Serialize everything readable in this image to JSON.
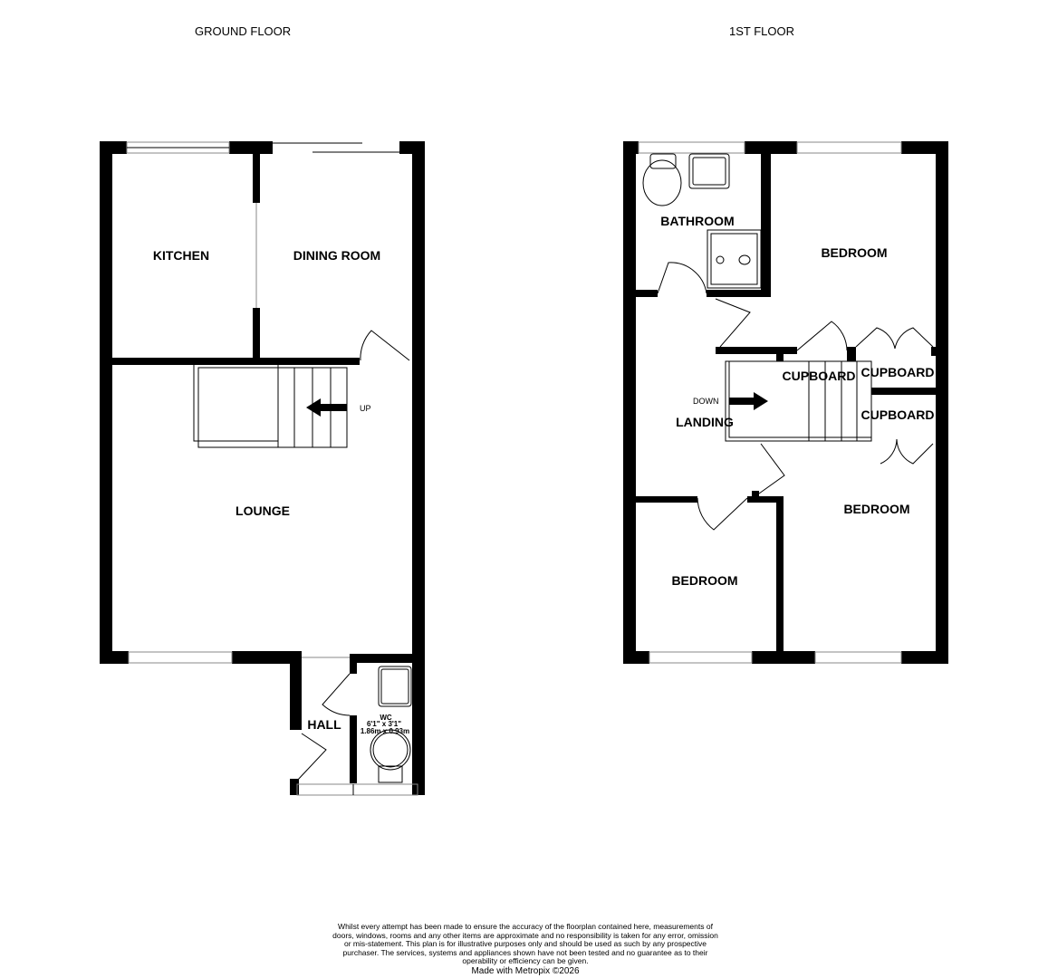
{
  "ground_floor": {
    "title": "GROUND FLOOR",
    "rooms": {
      "kitchen": "KITCHEN",
      "dining": "DINING ROOM",
      "lounge": "LOUNGE",
      "hall": "HALL",
      "wc": "WC"
    },
    "wc_size_imperial": "6'1\"  x 3'1\"",
    "wc_size_metric": "1.86m  x 0.93m",
    "stairs_label": "UP"
  },
  "first_floor": {
    "title": "1ST FLOOR",
    "rooms": {
      "bathroom": "BATHROOM",
      "bedroom1": "BEDROOM",
      "bedroom2": "BEDROOM",
      "bedroom3": "BEDROOM",
      "landing": "LANDING",
      "cupboard1": "CUPBOARD",
      "cupboard2": "CUPBOARD",
      "cupboard3": "CUPBOARD"
    },
    "stairs_label": "DOWN"
  },
  "disclaimer": "Whilst every attempt has been made to ensure the accuracy of the floorplan contained here, measurements of doors, windows, rooms and any other items are approximate and no responsibility is taken for any error, omission or mis-statement. This plan is for illustrative purposes only and should be used as such by any prospective purchaser. The services, systems and appliances shown have not been tested and no guarantee as to their operability or efficiency can be given.",
  "credit": "Made with Metropix ©2026"
}
